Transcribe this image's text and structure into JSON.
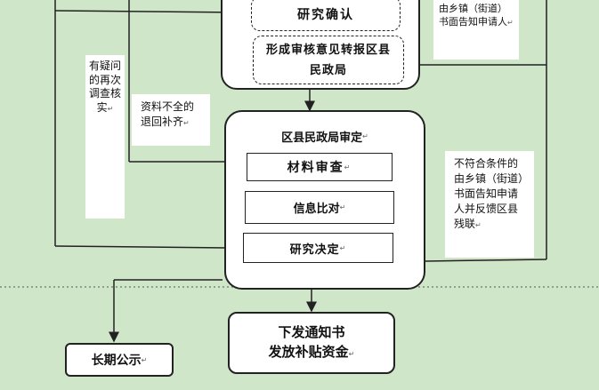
{
  "top_panel": {
    "research_confirm": "研究确认",
    "form_opinion": "形成审核意见转报区县民政局"
  },
  "notes": {
    "top_right": "由乡镇（街道）书面告知申请人",
    "vertical_left": "有疑问的再次调查核实",
    "incomplete": "资料不全的退回补齐",
    "noncompliant": "不符合条件的由乡镇（街道）书面告知申请人并反馈区县残联"
  },
  "district_review": {
    "title": "区县民政局审定",
    "steps": [
      "材料审查",
      "信息比对",
      "研究决定"
    ]
  },
  "outputs": {
    "issue_notice_line1": "下发通知书",
    "issue_notice_line2": "发放补贴资金",
    "long_term_publicity": "长期公示"
  },
  "mark": "↵",
  "colors": {
    "background": "#cfe6c8",
    "box": "#ffffff",
    "border": "#222222"
  }
}
